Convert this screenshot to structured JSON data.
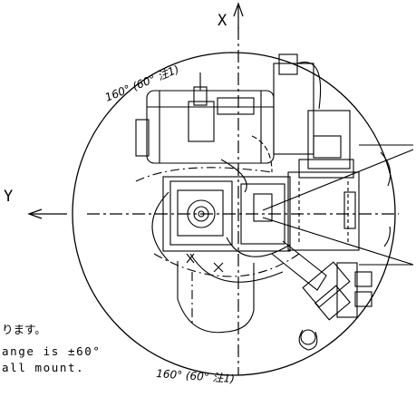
{
  "axes": {
    "x_label": "X",
    "y_label": "Y"
  },
  "angle_labels": {
    "upper": "160° (60°  注1)",
    "lower": "160° (60°  注1)"
  },
  "note_lines": [
    "ります。",
    "ange is ±60°",
    "all mount."
  ]
}
